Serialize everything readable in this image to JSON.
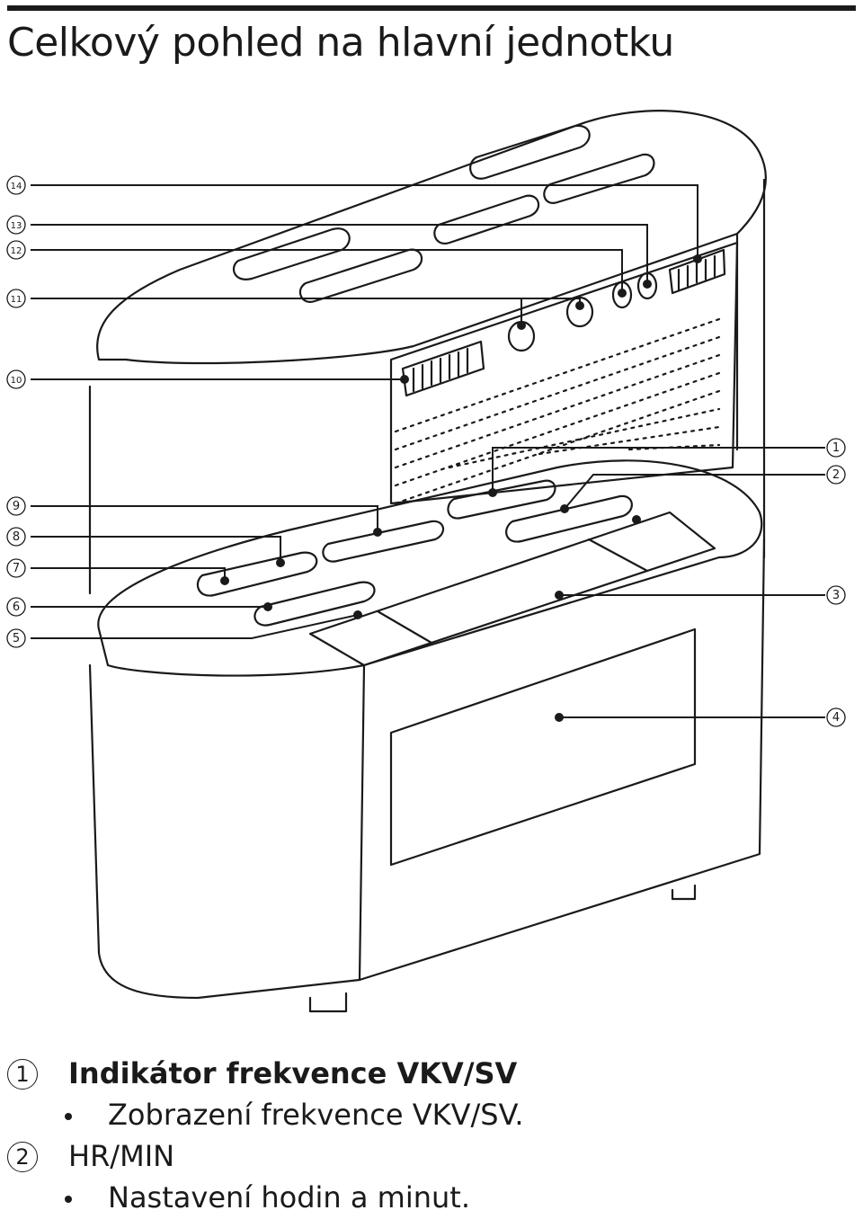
{
  "page": {
    "title": "Celkový pohled na hlavní jednotku"
  },
  "figure": {
    "callouts": [
      "14",
      "13",
      "12",
      "11",
      "10",
      "9",
      "8",
      "7",
      "6",
      "5",
      "1",
      "2",
      "3",
      "4"
    ]
  },
  "legend": {
    "entries": [
      {
        "number": "1",
        "title": "Indikátor frekvence VKV/SV",
        "bullet": "Zobrazení frekvence VKV/SV."
      },
      {
        "number": "2",
        "title": "HR/MIN",
        "bullet": "Nastavení hodin a minut."
      }
    ]
  }
}
